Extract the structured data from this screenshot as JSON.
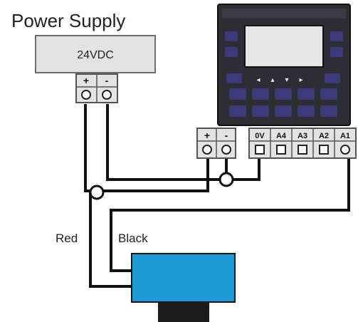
{
  "power_supply": {
    "title": "Power Supply",
    "voltage": "24VDC",
    "terminal_plus": "+",
    "terminal_minus": "-"
  },
  "controller": {
    "power_plus": "+",
    "power_minus": "-",
    "inputs": [
      "0V",
      "A4",
      "A3",
      "A2",
      "A1"
    ]
  },
  "wires": {
    "red_label": "Red",
    "black_label": "Black"
  },
  "colors": {
    "sensor_body": "#1c9ad6",
    "sensor_base": "#1a1a1a",
    "controller_body": "#2d2d33",
    "key_color": "#3c3a7a",
    "screen": "#e6e6e6",
    "terminal_block": "#e3e3e3"
  }
}
